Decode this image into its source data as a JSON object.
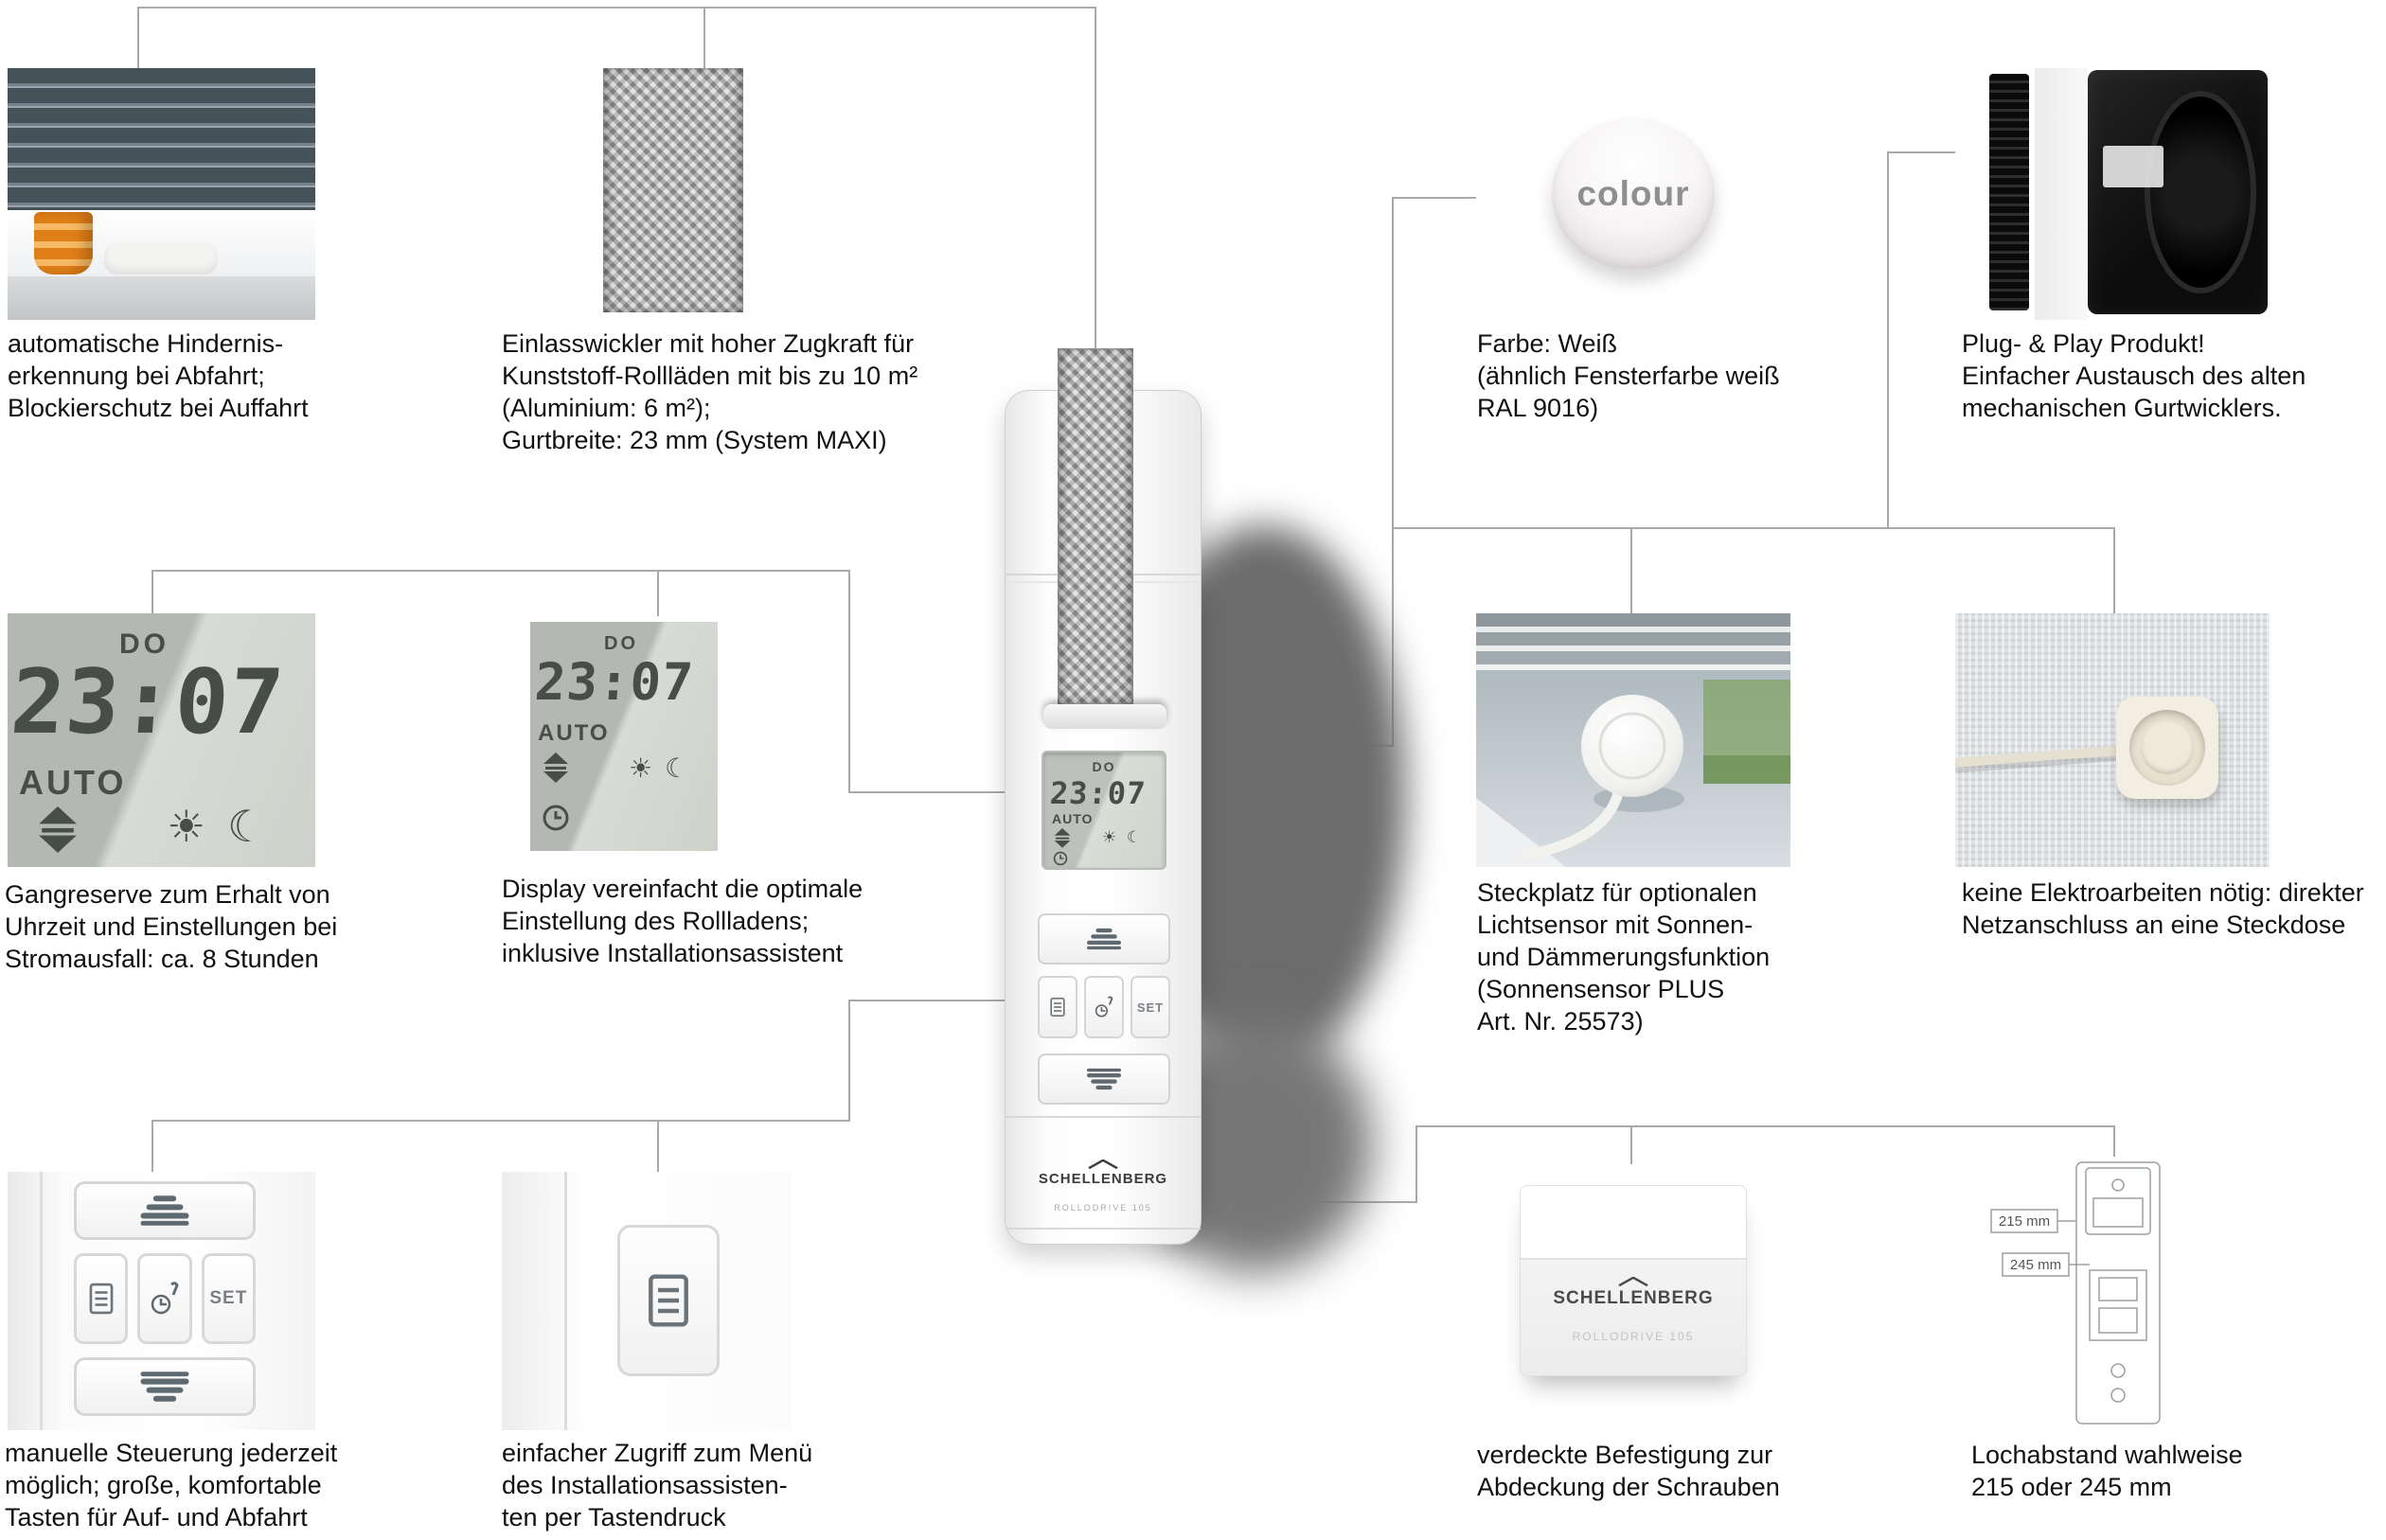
{
  "colors": {
    "connector_line": "#a9a9a9",
    "caption_text": "#111111",
    "display_face": "#b9beb8",
    "display_text": "#474d47",
    "product_shadow": "#6c6c6c",
    "cup_orange": "#e8881f"
  },
  "icons": {
    "sun": "☀",
    "moon": "☾"
  },
  "colour_badge": {
    "label": "colour"
  },
  "product": {
    "brand": "SCHELLENBERG",
    "model": "ROLLODRIVE 105",
    "display": {
      "day": "DO",
      "time": "23:07",
      "mode": "AUTO"
    },
    "buttons": {
      "set": "SET"
    }
  },
  "drawing": {
    "dim_top": "215 mm",
    "dim_bottom": "245 mm"
  },
  "features": [
    {
      "id": "obstacle-detection",
      "caption": "automatische Hindernis-\nerkennung bei Abfahrt;\nBlockierschutz bei Auffahrt"
    },
    {
      "id": "winder-power",
      "caption": "Einlasswickler mit hoher Zugkraft für\nKunststoff-Rollläden mit bis zu 10 m²\n(Aluminium: 6 m²);\nGurtbreite: 23 mm (System MAXI)"
    },
    {
      "id": "colour",
      "caption": "Farbe: Weiß\n(ähnlich Fensterfarbe weiß\nRAL 9016)"
    },
    {
      "id": "plug-play",
      "caption": "Plug- & Play Produkt!\nEinfacher Austausch des alten\nmechanischen Gurtwicklers."
    },
    {
      "id": "power-reserve",
      "caption": "Gangreserve zum Erhalt von\nUhrzeit und Einstellungen bei\nStromausfall: ca. 8 Stunden"
    },
    {
      "id": "display-assistant",
      "caption": "Display vereinfacht die optimale\nEinstellung des Rollladens;\ninklusive Installationsassistent"
    },
    {
      "id": "light-sensor",
      "caption": "Steckplatz für optionalen\nLichtsensor mit Sonnen-\nund Dämmerungsfunktion\n(Sonnensensor PLUS\nArt. Nr. 25573)"
    },
    {
      "id": "mains-socket",
      "caption": "keine Elektroarbeiten nötig: direkter\nNetzanschluss an eine Steckdose"
    },
    {
      "id": "manual-control",
      "caption": "manuelle Steuerung jederzeit\nmöglich; große, komfortable\nTasten für Auf- und Abfahrt"
    },
    {
      "id": "menu-access",
      "caption": "einfacher Zugriff zum Menü\ndes Installationsassisten-\nten per Tastendruck"
    },
    {
      "id": "hidden-fixing",
      "caption": "verdeckte Befestigung zur\nAbdeckung der Schrauben"
    },
    {
      "id": "hole-spacing",
      "caption": "Lochabstand wahlweise\n215 oder 245 mm"
    }
  ]
}
